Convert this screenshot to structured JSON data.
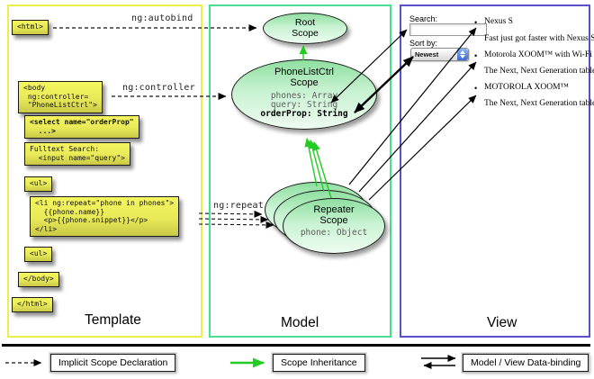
{
  "panels": {
    "template_title": "Template",
    "model_title": "Model",
    "view_title": "View"
  },
  "labels": {
    "ng_autobind": "ng:autobind",
    "ng_controller": "ng:controller",
    "ng_repeat": "ng:repeat"
  },
  "code": {
    "html_open": "<html>",
    "body_open_lines": [
      "<body",
      " ng:controller=",
      " \"PhoneListCtrl\">"
    ],
    "select_line1": "<select name=\"orderProp\"",
    "select_line2": "  ...>",
    "fulltext_lines": [
      "Fulltext Search:",
      "  <input name=\"query\">"
    ],
    "ul_open": "<ul>",
    "li_lines": [
      "<li ng:repeat=\"phone in phones\">",
      "  {{phone.name}}",
      "  <p>{{phone.snippet}}</p>",
      "</li>"
    ],
    "ul_close": "<ul>",
    "body_close": "</body>",
    "html_close": "</html>"
  },
  "model": {
    "root": {
      "line1": "Root",
      "line2": "Scope"
    },
    "phonelist": {
      "line1": "PhoneListCtrl",
      "line2": "Scope",
      "prop_phones": "phones: Array",
      "prop_query": "query: String",
      "prop_order": "orderProp: String"
    },
    "repeater": {
      "line1": "Repeater",
      "line2": "Scope",
      "prop_phone": "phone: Object"
    }
  },
  "view": {
    "search_label": "Search:",
    "sort_label": "Sort by:",
    "sort_value": "Newest",
    "items": [
      {
        "bullet": "•",
        "title": "Nexus S",
        "desc": "Fast just got faster with Nexus S."
      },
      {
        "bullet": "•",
        "title": "Motorola XOOM™ with Wi-Fi",
        "desc": "The Next, Next Generation tablet."
      },
      {
        "bullet": "•",
        "title": "MOTOROLA XOOM™",
        "desc": "The Next, Next Generation tablet."
      }
    ]
  },
  "legend": {
    "implicit": "Implicit Scope Declaration",
    "inheritance": "Scope Inheritance",
    "binding": "Model / View Data-binding"
  },
  "colors": {
    "template_border": "#eded4e",
    "model_border": "#47e092",
    "view_border": "#5b50cc",
    "code_box_yellow": "#f4f65f",
    "scope_green": "#8edfa0",
    "inheritance_arrow_green": "#22cc22"
  }
}
